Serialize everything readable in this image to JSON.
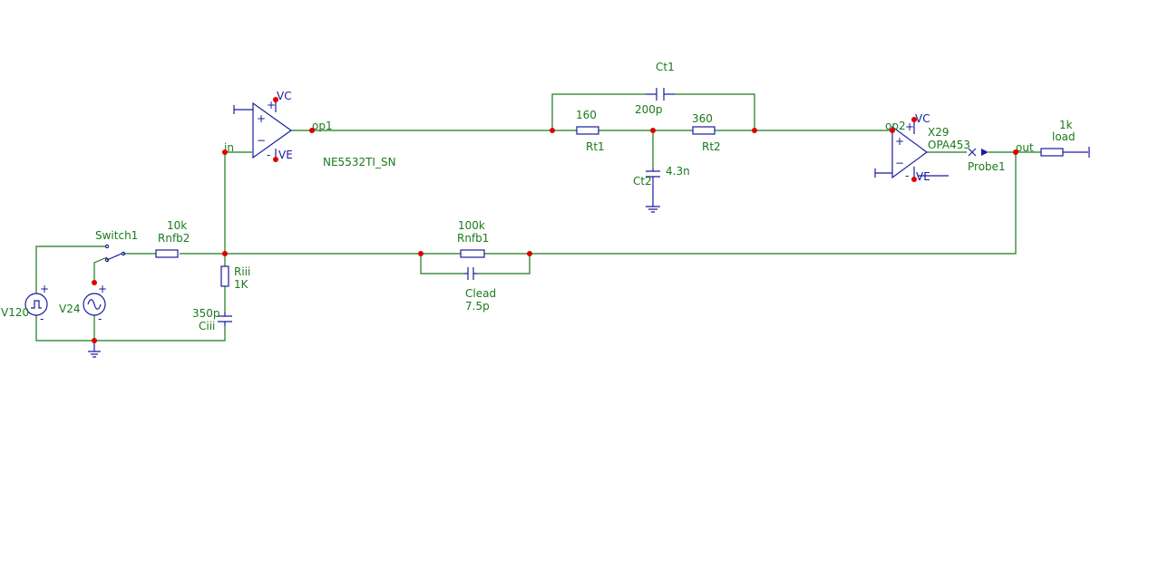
{
  "colors": {
    "wire": "#1a7a1a",
    "component": "#1a1aa0",
    "node": "#e00000",
    "background": "#ffffff"
  },
  "labels": {
    "ct1_name": "Ct1",
    "ct1_value": "200p",
    "rt1_value": "160",
    "rt1_name": "Rt1",
    "rt2_value": "360",
    "rt2_name": "Rt2",
    "ct2_name": "Ct2",
    "ct2_value": "4.3n",
    "op1_net": "op1",
    "op2_net": "op2",
    "in_net": "in",
    "out_net": "out",
    "u1_model": "NE5532TI_SN",
    "x29_name": "X29",
    "x29_model": "OPA453",
    "probe_name": "Probe1",
    "load_value": "1k",
    "load_name": "load",
    "switch_name": "Switch1",
    "rnfb2_value": "10k",
    "rnfb2_name": "Rnfb2",
    "rnfb1_value": "100k",
    "rnfb1_name": "Rnfb1",
    "clead_name": "Clead",
    "clead_value": "7.5p",
    "riii_name": "Riii",
    "riii_value": "1K",
    "ciii_value": "350p",
    "ciii_name": "Ciii",
    "v120_name": "V120",
    "v24_name": "V24",
    "vc": "VC",
    "ve": "VE"
  },
  "icons": [
    "opamp-icon",
    "resistor-icon",
    "capacitor-icon",
    "ground-icon",
    "switch-icon",
    "square-source-icon",
    "sine-source-icon",
    "probe-icon"
  ]
}
